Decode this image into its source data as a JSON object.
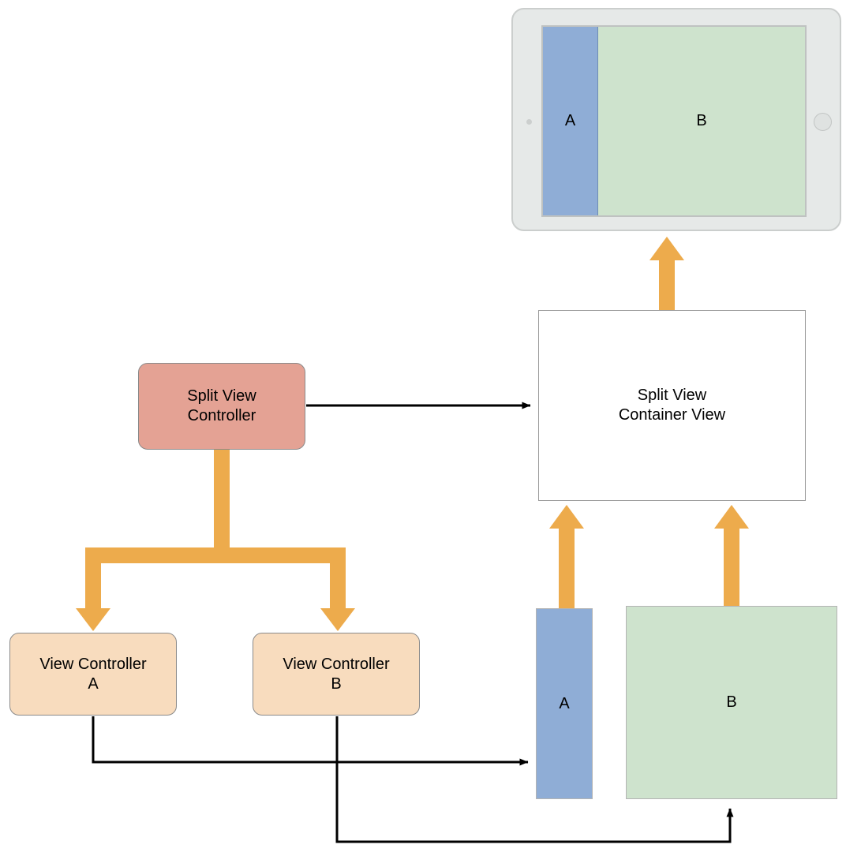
{
  "diagram": {
    "title": "Split View Controller containment diagram",
    "colors": {
      "controller_salmon": "#E4A294",
      "controller_peach": "#F8DCBE",
      "container_white": "#FFFFFF",
      "view_a_blue": "#8FADD6",
      "view_b_green": "#CEE3CD",
      "arrow_orange": "#EDAB4C",
      "arrow_black": "#000000",
      "device_body": "#E6E9E8",
      "border_gray": "#8A8A8A"
    }
  },
  "device": {
    "name": "tablet-device",
    "pane_a_label": "A",
    "pane_b_label": "B"
  },
  "nodes": {
    "split_view_controller": {
      "label": "Split View\nController",
      "line1": "Split View",
      "line2": "Controller"
    },
    "split_view_container_view": {
      "label": "Split View\nContainer View",
      "line1": "Split View",
      "line2": "Container View"
    },
    "view_controller_a": {
      "label": "View Controller\nA",
      "line1": "View Controller",
      "line2": "A"
    },
    "view_controller_b": {
      "label": "View Controller\nB",
      "line1": "View Controller",
      "line2": "B"
    },
    "view_a": {
      "label": "A"
    },
    "view_b": {
      "label": "B"
    }
  },
  "edges": [
    {
      "name": "svc-to-container",
      "style": "black-arrow",
      "from": "split_view_controller",
      "to": "split_view_container_view"
    },
    {
      "name": "svc-to-vc-a",
      "style": "orange-arrow",
      "from": "split_view_controller",
      "to": "view_controller_a"
    },
    {
      "name": "svc-to-vc-b",
      "style": "orange-arrow",
      "from": "split_view_controller",
      "to": "view_controller_b"
    },
    {
      "name": "vc-a-to-view-a",
      "style": "black-arrow",
      "from": "view_controller_a",
      "to": "view_a"
    },
    {
      "name": "vc-b-to-view-b",
      "style": "black-arrow",
      "from": "view_controller_b",
      "to": "view_b"
    },
    {
      "name": "view-a-to-container",
      "style": "orange-arrow",
      "from": "view_a",
      "to": "split_view_container_view"
    },
    {
      "name": "view-b-to-container",
      "style": "orange-arrow",
      "from": "view_b",
      "to": "split_view_container_view"
    },
    {
      "name": "container-to-device",
      "style": "orange-arrow",
      "from": "split_view_container_view",
      "to": "device"
    }
  ]
}
